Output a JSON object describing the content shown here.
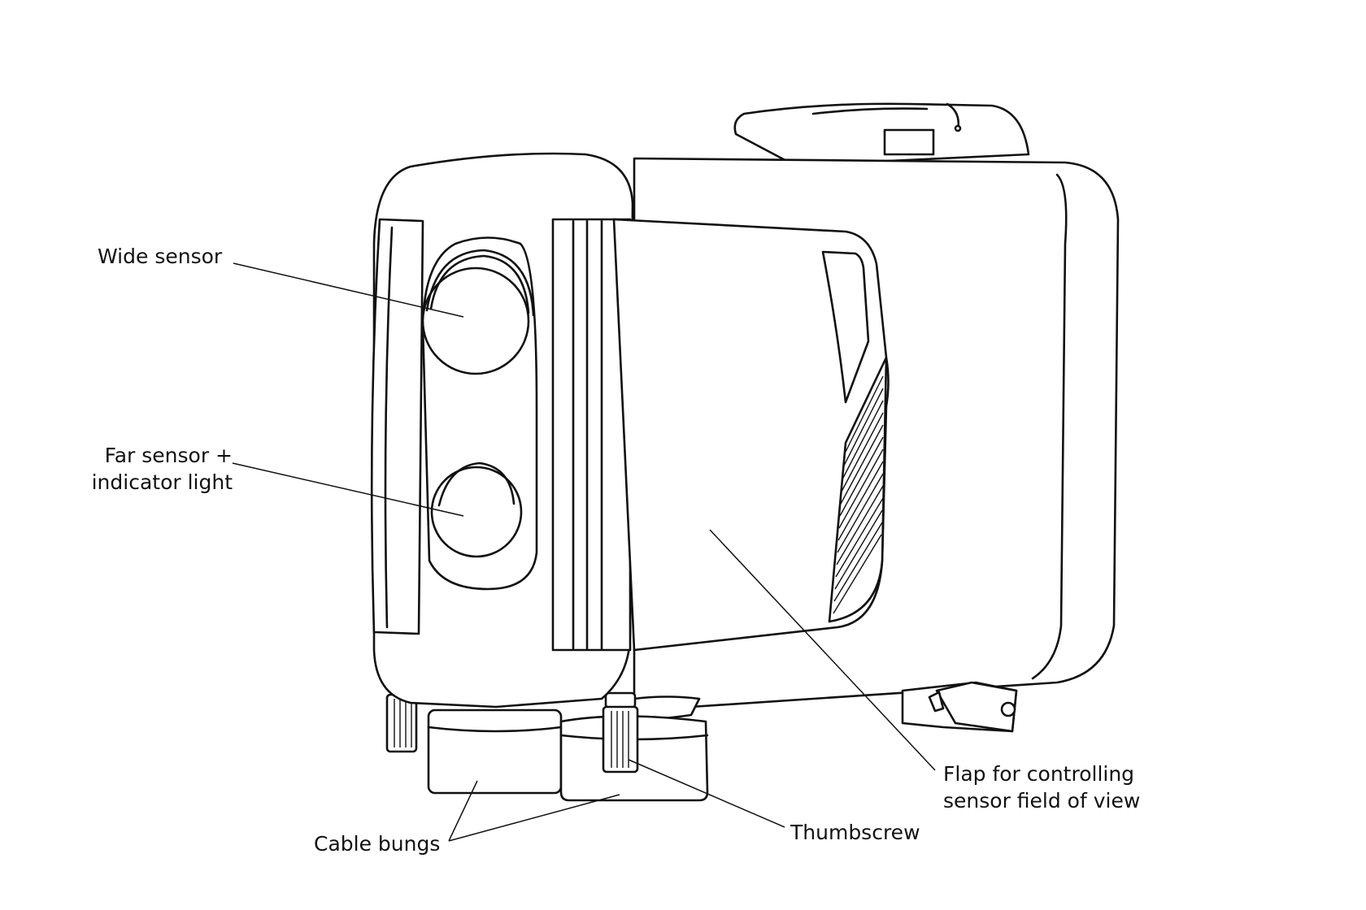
{
  "labels": {
    "wide_sensor": "Wide sensor",
    "far_sensor": [
      "Far sensor +",
      "indicator light"
    ],
    "flap": [
      "Flap for controlling",
      "sensor field of view"
    ],
    "thumbscrew": "Thumbscrew",
    "cable_bungs": "Cable bungs"
  },
  "colors": {
    "line": "#111111",
    "background": "#ffffff"
  }
}
